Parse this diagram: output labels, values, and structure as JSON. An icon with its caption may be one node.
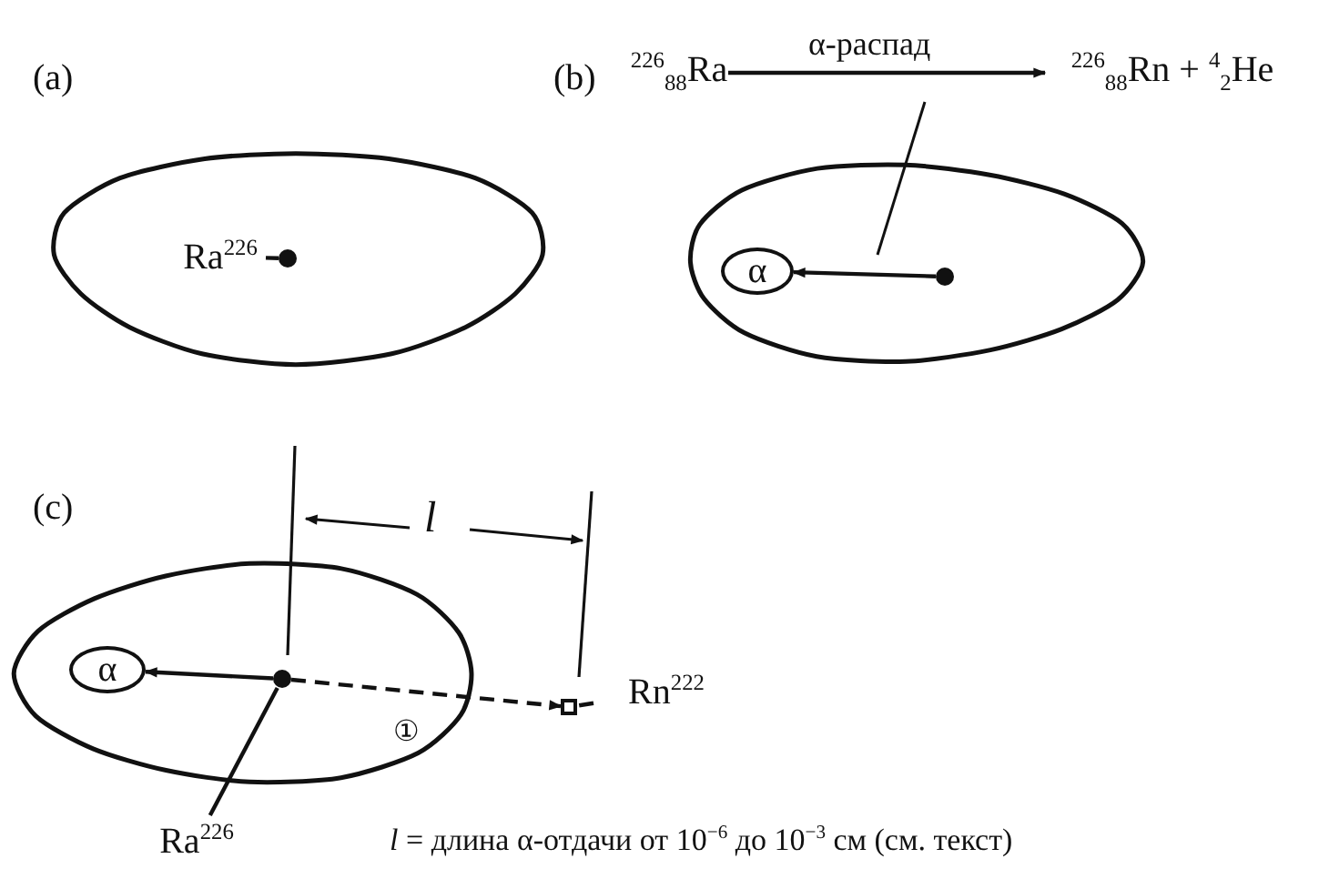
{
  "diagram": {
    "nodes": [
      {
        "text": [],
        "shape": "circle"
      },
      {
        "text": [
          "Ra$^{226}$"
        ],
        "in": 0
      },
      {
        "text": [],
        "shape": "circle",
        "in": 0
      },
      {
        "text": [
          "$^{226}$$_{88}$Ra"
        ]
      },
      {
        "text": [
          "$^{226}$$_{88}$Rn + $^{4}$$_{2}$He"
        ]
      },
      {
        "text": [],
        "shape": "circle"
      },
      {
        "text": [
          "α"
        ],
        "in": 5
      },
      {
        "text": [],
        "shape": "circle",
        "in": 5
      },
      {
        "text": [],
        "shape": "circle"
      },
      {
        "text": [
          "α"
        ],
        "in": 8
      },
      {
        "text": [],
        "shape": "circle",
        "in": 8
      },
      {
        "text": [],
        "shape": "box"
      },
      {
        "text": [
          "Rn$^{222}$"
        ]
      },
      {
        "text": [
          "Ra$^{226}$"
        ]
      }
    ],
    "edges": [
      {
        "from": 1,
        "to": 2,
        "arrow": "none"
      },
      {
        "from": 3,
        "to": 4,
        "arrow": "to",
        "label": "α-распад"
      },
      {
        "from": 7,
        "to": 6,
        "arrow": "to"
      },
      {
        "from": 10,
        "to": 9,
        "arrow": "to"
      },
      {
        "from": 10,
        "to": 11,
        "arrow": "to",
        "style": "dashed"
      },
      {
        "from": 12,
        "to": 11,
        "arrow": "none",
        "style": "dashed"
      },
      {
        "from": 13,
        "to": 10,
        "arrow": "none"
      }
    ],
    "labels": [
      "(a)",
      "(b)",
      "(c)",
      "l",
      "①",
      "*l* = длина α-отдачи от 10$^{−6}$ до 10$^{−3}$ см (см. текст)"
    ]
  }
}
